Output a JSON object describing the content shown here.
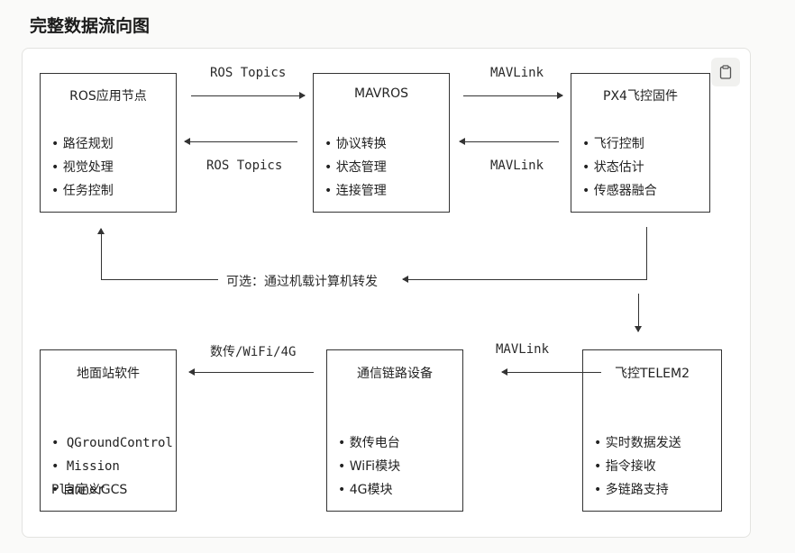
{
  "title": "完整数据流向图",
  "boxes": {
    "ros_app": {
      "label": "ROS应用节点",
      "items": [
        "路径规划",
        "视觉处理",
        "任务控制"
      ]
    },
    "mavros": {
      "label": "MAVROS",
      "items": [
        "协议转换",
        "状态管理",
        "连接管理"
      ]
    },
    "px4": {
      "label": "PX4飞控固件",
      "items": [
        "飞行控制",
        "状态估计",
        "传感器融合"
      ]
    },
    "gcs": {
      "label": "地面站软件",
      "items": [
        "QGroundControl",
        "Mission Planner",
        "自定义GCS"
      ]
    },
    "link": {
      "label": "通信链路设备",
      "items": [
        "数传电台",
        "WiFi模块",
        "4G模块"
      ]
    },
    "telem": {
      "label": "飞控TELEM2",
      "items": [
        "实时数据发送",
        "指令接收",
        "多链路支持"
      ]
    }
  },
  "edges": {
    "ros_to_mavros": "ROS Topics",
    "mavros_to_ros": "ROS Topics",
    "mavros_to_px4": "MAVLink",
    "px4_to_mavros": "MAVLink",
    "optional": "可选：通过机载计算机转发",
    "link_to_gcs": "数传/WiFi/4G",
    "telem_to_link": "MAVLink"
  }
}
